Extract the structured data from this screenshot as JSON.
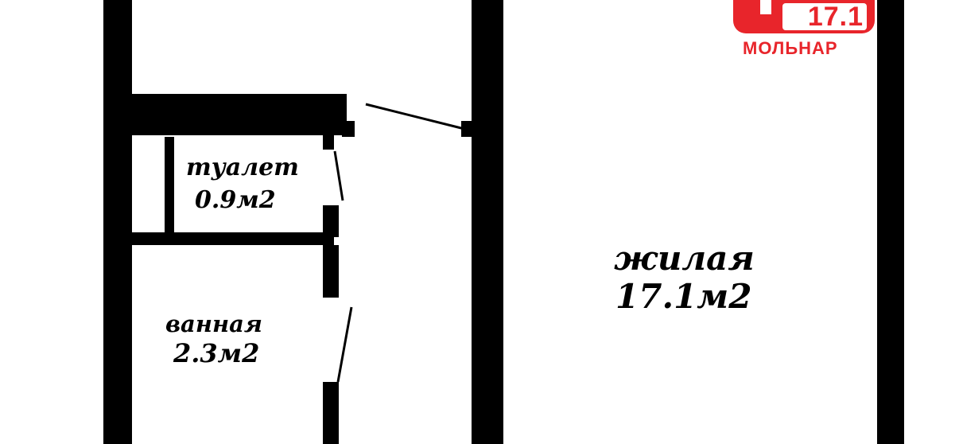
{
  "rooms": {
    "toilet": {
      "name": "туалет",
      "area": "0.9м2"
    },
    "bath": {
      "name": "ванная",
      "area": "2.3м2"
    },
    "living": {
      "name": "жилая",
      "area": "17.1м2"
    }
  },
  "logo": {
    "number": "17.1",
    "name": "МОЛЬНАР",
    "color": "#e8252b"
  },
  "colors": {
    "wall": "#000000",
    "background": "#ffffff"
  }
}
